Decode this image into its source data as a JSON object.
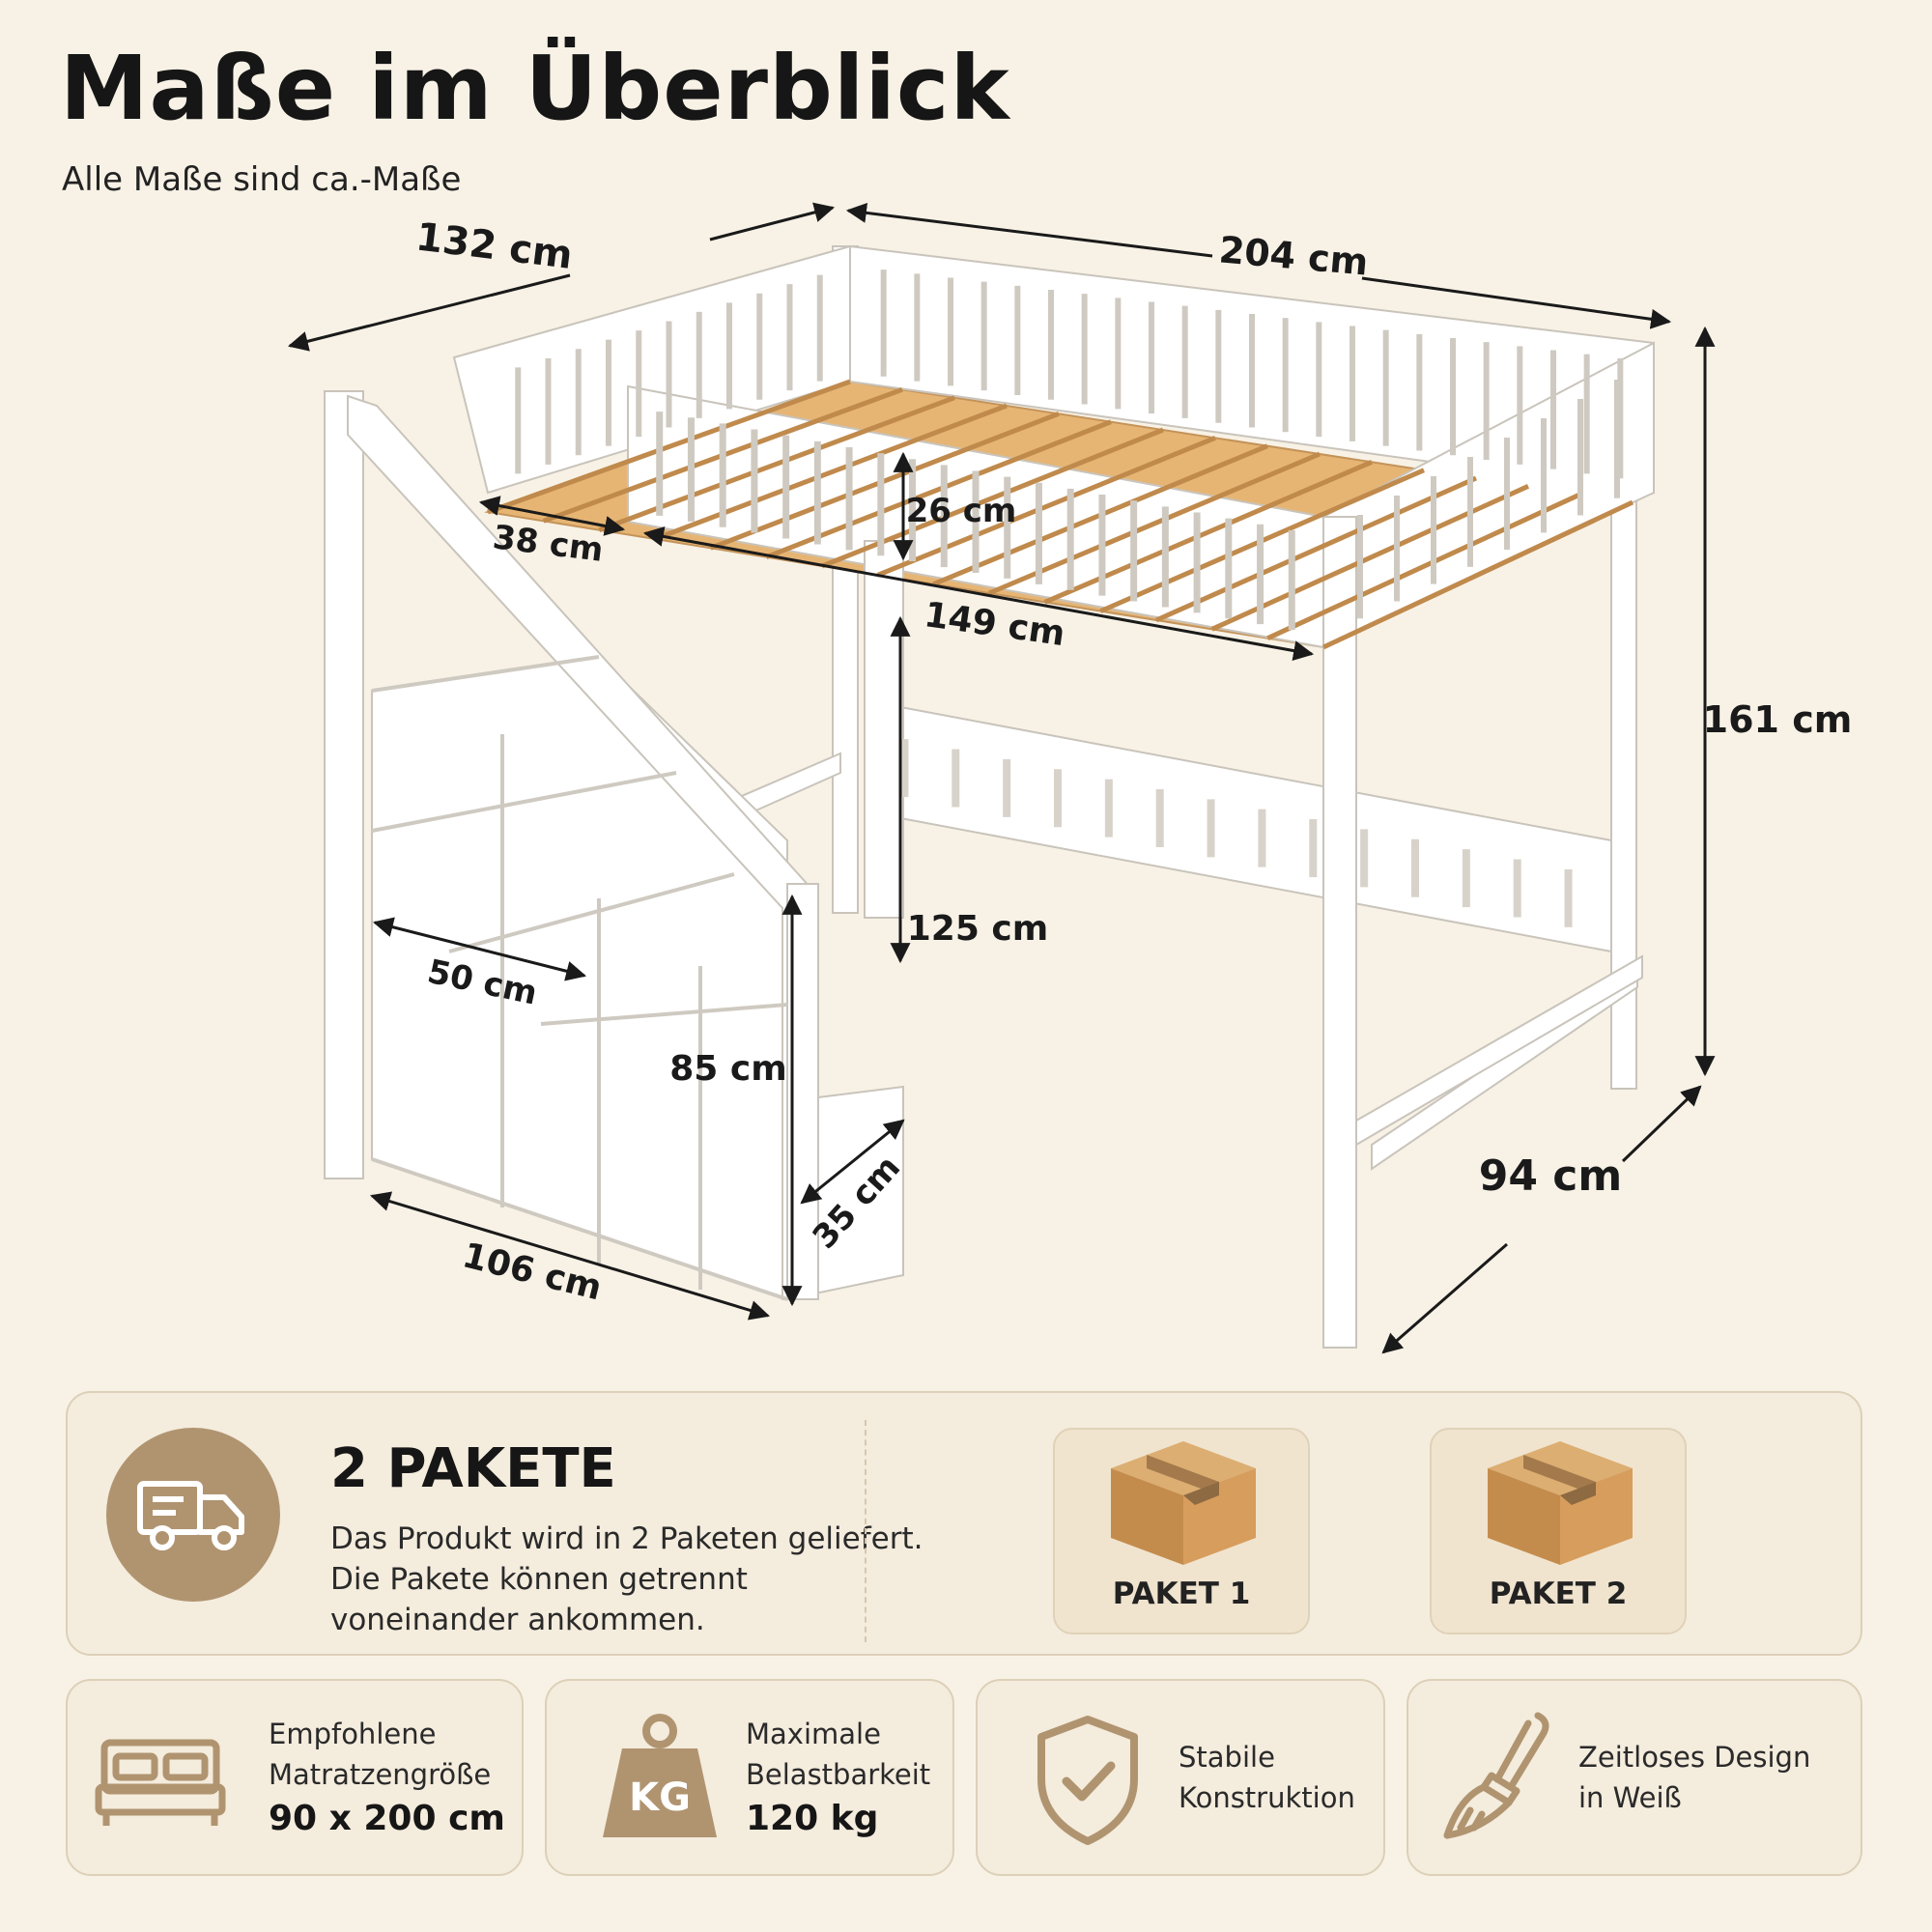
{
  "header": {
    "title": "Maße im Überblick",
    "subtitle": "Alle Maße sind ca.-Maße"
  },
  "dimensions": {
    "width_top": "132 cm",
    "length_top": "204 cm",
    "height_total": "161 cm",
    "entry_width": "38 cm",
    "rail_height": "26 cm",
    "rail_length": "149 cm",
    "clearance_height": "125 cm",
    "step_width": "50 cm",
    "stair_height": "85 cm",
    "stair_depth": "35 cm",
    "stair_length": "106 cm",
    "bed_depth": "94 cm"
  },
  "delivery": {
    "title": "2 PAKETE",
    "lines": [
      "Das Produkt wird in 2 Paketen geliefert.",
      "Die Pakete können getrennt",
      "voneinander ankommen."
    ],
    "packages": [
      "PAKET 1",
      "PAKET 2"
    ],
    "icon": "delivery-truck-icon"
  },
  "features": [
    {
      "icon": "bed-icon",
      "line1": "Empfohlene",
      "line2": "Matratzengröße",
      "value": "90 x 200 cm"
    },
    {
      "icon": "weight-icon",
      "icon_text": "KG",
      "line1": "Maximale",
      "line2": "Belastbarkeit",
      "value": "120 kg"
    },
    {
      "icon": "shield-check-icon",
      "line1": "Stabile",
      "line2": "Konstruktion",
      "value": ""
    },
    {
      "icon": "paintbrush-icon",
      "line1": "Zeitloses Design",
      "line2": "in Weiß",
      "value": ""
    }
  ],
  "colors": {
    "background": "#f8f2e6",
    "accent_gold": "#b09470",
    "wood": "#e0b070",
    "frame_white": "#ffffff"
  }
}
